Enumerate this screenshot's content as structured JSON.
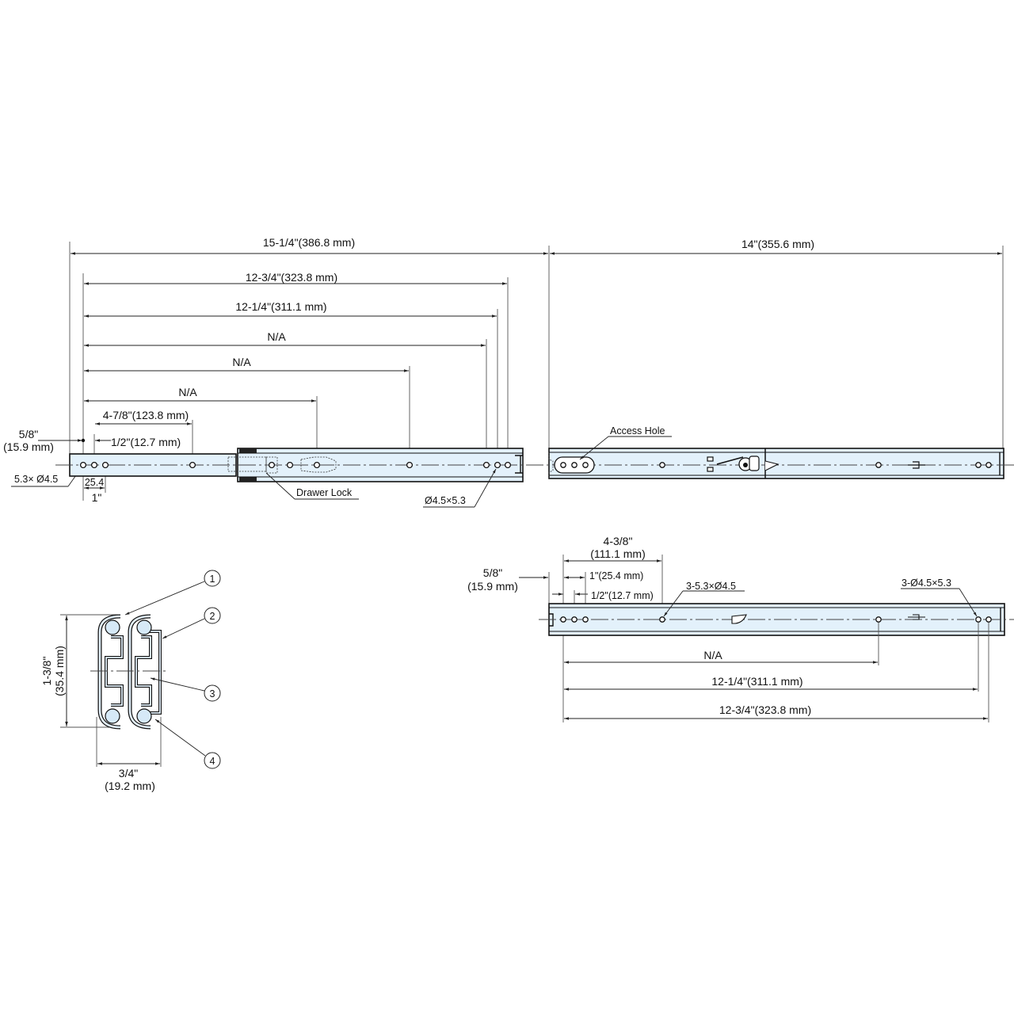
{
  "drawing": {
    "type": "technical-drawing",
    "subject": "ball-bearing drawer slide",
    "side_view": {
      "overall_dims": [
        {
          "id": "total_closed",
          "label": "15-1/4\"(386.8 mm)"
        },
        {
          "id": "travel",
          "label": "14\"(355.6 mm)"
        },
        {
          "id": "dim_323",
          "label": "12-3/4\"(323.8 mm)"
        },
        {
          "id": "dim_311",
          "label": "12-1/4\"(311.1 mm)"
        },
        {
          "id": "na_1",
          "label": "N/A"
        },
        {
          "id": "na_2",
          "label": "N/A"
        },
        {
          "id": "na_3",
          "label": "N/A"
        },
        {
          "id": "dim_123",
          "label": "4-7/8\"(123.8 mm)"
        },
        {
          "id": "dim_12_7",
          "label": "1/2\"(12.7 mm)"
        }
      ],
      "left_offset": {
        "inch": "5/8\"",
        "mm": "(15.9 mm)"
      },
      "hole_spec_left": "5.3× Ø4.5",
      "pitch_mm": "25.4",
      "pitch_in": "1\"",
      "callouts": {
        "drawer_lock": "Drawer Lock",
        "hole_spec": "Ø4.5×5.3",
        "access_hole": "Access Hole"
      }
    },
    "cross_section": {
      "height": {
        "inch": "1-3/8\"",
        "mm": "(35.4 mm)"
      },
      "width": {
        "inch": "3/4\"",
        "mm": "(19.2 mm)"
      },
      "balloons": [
        "1",
        "2",
        "3",
        "4"
      ]
    },
    "member_view": {
      "offset": {
        "inch": "5/8\"",
        "mm": "(15.9 mm)"
      },
      "dim_111": {
        "inch": "4-3/8\"",
        "mm": "(111.1 mm)"
      },
      "dim_25_4": "1\"(25.4 mm)",
      "dim_12_7": "1/2\"(12.7 mm)",
      "hole_spec_a": "3-5.3×Ø4.5",
      "hole_spec_b": "3-Ø4.5×5.3",
      "dims": [
        {
          "id": "na",
          "label": "N/A"
        },
        {
          "id": "dim_311",
          "label": "12-1/4\"(311.1 mm)"
        },
        {
          "id": "dim_323",
          "label": "12-3/4\"(323.8 mm)"
        }
      ]
    },
    "colors": {
      "rail_fill": "#e3f1fb",
      "line": "#111111"
    }
  }
}
